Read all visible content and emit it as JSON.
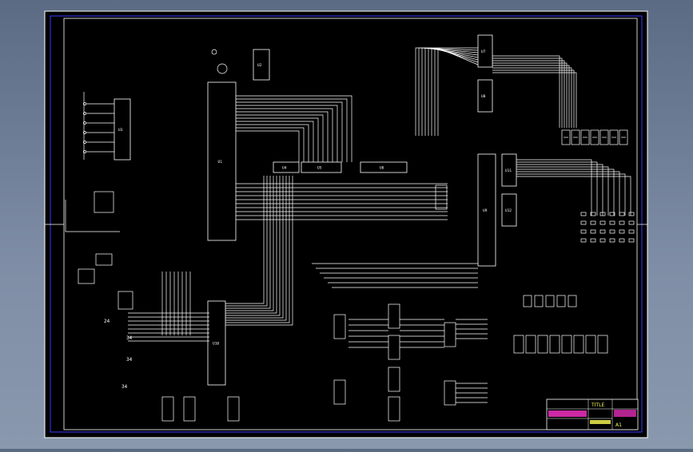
{
  "viewer": {
    "background_top": "#5b6b84",
    "background_bottom": "#8a98ae",
    "drawing_background": "#000000",
    "line_color": "#ffffff",
    "frame_color": "#3a3aff"
  },
  "schematic": {
    "chips": [
      {
        "id": "u-main-mcu",
        "label": "U1"
      },
      {
        "id": "u-latch-top",
        "label": "U2"
      },
      {
        "id": "u-keyboard",
        "label": "U3"
      },
      {
        "id": "u-eprom",
        "label": "U4"
      },
      {
        "id": "u-ram",
        "label": "U5"
      },
      {
        "id": "u-decoder-1",
        "label": "U6"
      },
      {
        "id": "u-decoder-2",
        "label": "U7"
      },
      {
        "id": "u-display-drv",
        "label": "U8"
      },
      {
        "id": "u-8255",
        "label": "U9"
      },
      {
        "id": "u-lower-mcu",
        "label": "U10"
      },
      {
        "id": "u-timer-a",
        "label": "U11"
      },
      {
        "id": "u-timer-b",
        "label": "U12"
      }
    ],
    "net_labels": [
      "34",
      "34",
      "34",
      "24"
    ],
    "seven_segment_digits": 7,
    "title_block": {
      "stamp": "TITLE",
      "sheet": "A1"
    }
  }
}
